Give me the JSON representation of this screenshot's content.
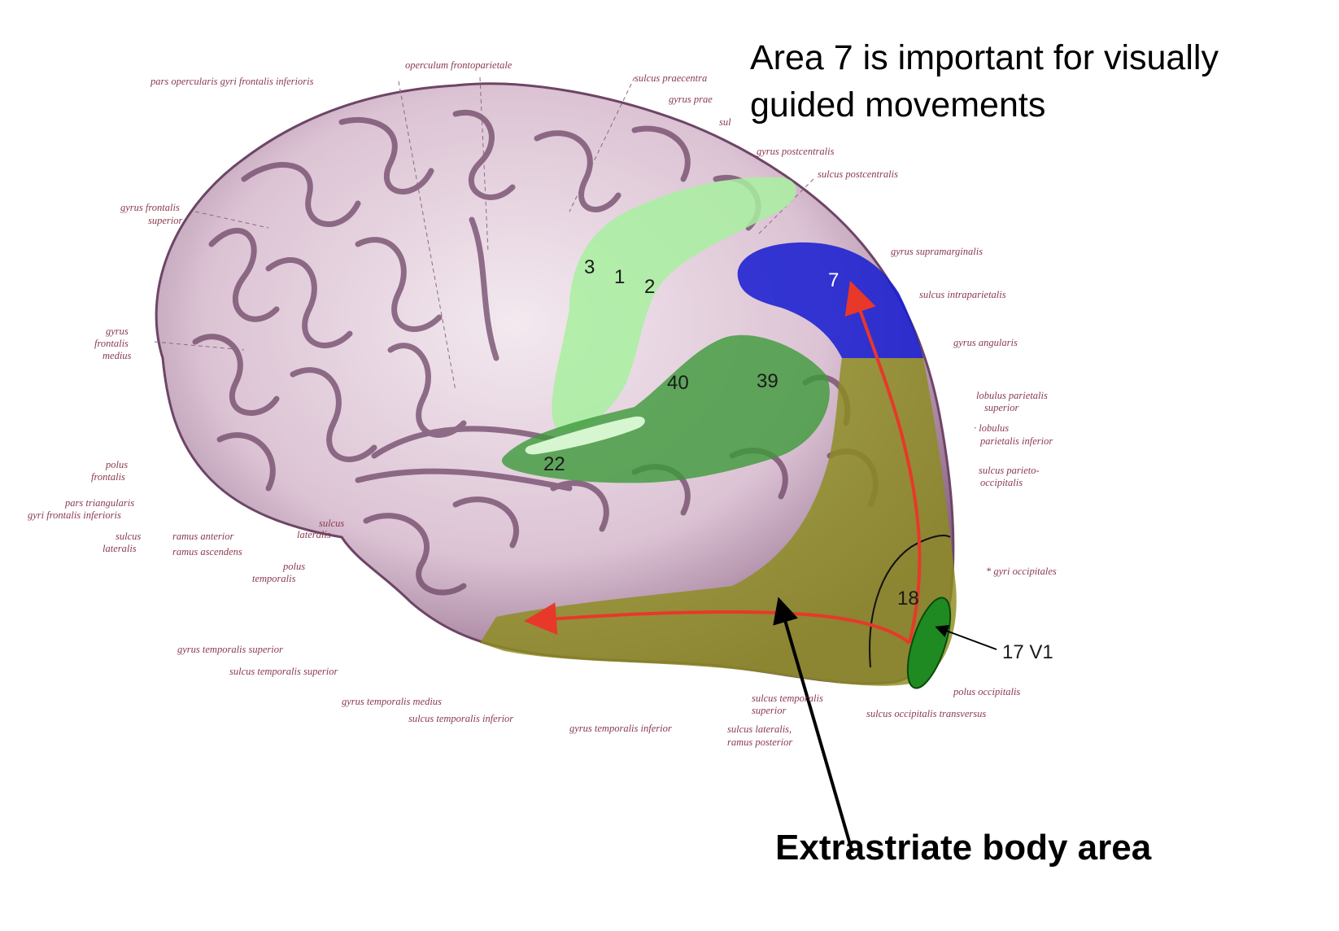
{
  "headline": {
    "line1": "Area 7 is important for visually",
    "line2": "guided movements"
  },
  "bottom_label": "Extrastriate body area",
  "area_numbers": {
    "a3": "3",
    "a1": "1",
    "a2": "2",
    "a7": "7",
    "a40": "40",
    "a39": "39",
    "a22": "22",
    "a18": "18",
    "v1": "17 V1"
  },
  "anatomy_labels": {
    "pars_opercularis": "pars opercularis gyri frontalis inferioris",
    "operculum": "operculum frontoparietale",
    "sulcus_praecentralis": "sulcus praecentra",
    "gyrus_prae": "gyrus prae",
    "sul": "sul",
    "gyrus_postcentralis": "gyrus postcentralis",
    "sulcus_postcentralis": "sulcus postcentralis",
    "gyrus_frontalis_superior_1": "gyrus frontalis",
    "gyrus_frontalis_superior_2": "superior",
    "gyrus_supramarginalis": "gyrus supramarginalis",
    "sulcus_intraparietalis": "sulcus intraparietalis",
    "gyrus_frontalis_medius_1": "gyrus",
    "gyrus_frontalis_medius_2": "frontalis",
    "gyrus_frontalis_medius_3": "medius",
    "gyrus_angularis": "gyrus angularis",
    "lobulus_sup_1": "lobulus parietalis",
    "lobulus_sup_2": "superior",
    "lobulus_inf_1": "· lobulus",
    "lobulus_inf_2": "parietalis inferior",
    "polus_frontalis_1": "polus",
    "polus_frontalis_2": "frontalis",
    "sulcus_parieto_1": "sulcus parieto-",
    "sulcus_parieto_2": "occipitalis",
    "pars_triangularis_1": "pars triangularis",
    "pars_triangularis_2": "gyri frontalis inferioris",
    "sulcus_lateralis_a": "sulcus",
    "sulcus_lateralis_b": "lateralis",
    "ramus_anterior": "ramus anterior",
    "ramus_ascendens": "ramus ascendens",
    "sulcus_lat2_a": "sulcus",
    "sulcus_lat2_b": "lateralis",
    "polus_temporalis_1": "polus",
    "polus_temporalis_2": "temporalis",
    "gyri_occipitales": "* gyri occipitales",
    "gyrus_temp_sup": "gyrus temporalis superior",
    "sulcus_temp_sup": "sulcus temporalis superior",
    "gyrus_temp_med": "gyrus temporalis medius",
    "sulcus_temp_inf": "sulcus temporalis inferior",
    "gyrus_temp_inf": "gyrus temporalis inferior",
    "sulcus_temp_sup2_1": "sulcus temporalis",
    "sulcus_temp_sup2_2": "superior",
    "sulcus_lat_post_1": "sulcus lateralis,",
    "sulcus_lat_post_2": "ramus posterior",
    "polus_occipitalis": "polus occipitalis",
    "sulcus_occ_trans": "sulcus occipitalis transversus"
  },
  "colors": {
    "brain_base": "#e9d9e4",
    "brain_shadow": "#7a4e72",
    "somatosensory": "#b8f0b0",
    "parietal_green": "#4e9e4a",
    "area7_blue": "#2a2fcf",
    "extrastriate_olive": "#9a9430",
    "v1_green": "#1f8a22",
    "arrow_red": "#e8382a"
  }
}
